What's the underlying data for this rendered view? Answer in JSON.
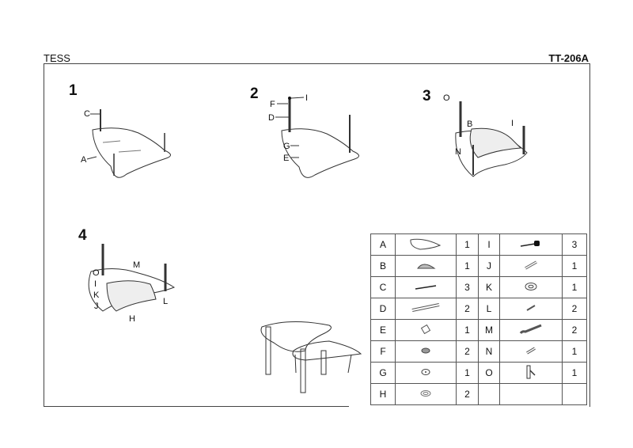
{
  "header": {
    "title": "TESS",
    "model": "TT-206A"
  },
  "steps": [
    {
      "number": "1",
      "labels": [
        "C",
        "A"
      ]
    },
    {
      "number": "2",
      "labels": [
        "F",
        "I",
        "D",
        "G",
        "E"
      ]
    },
    {
      "number": "3",
      "labels": [
        "O",
        "B",
        "I",
        "N"
      ]
    },
    {
      "number": "4",
      "labels": [
        "M",
        "O",
        "I",
        "K",
        "J",
        "L",
        "H"
      ]
    }
  ],
  "parts": [
    {
      "left": {
        "letter": "A",
        "icon": "glass-top-large-icon",
        "qty": "1"
      },
      "right": {
        "letter": "I",
        "icon": "foot-cap-icon",
        "qty": "3"
      }
    },
    {
      "left": {
        "letter": "B",
        "icon": "glass-top-small-icon",
        "qty": "1"
      },
      "right": {
        "letter": "J",
        "icon": "short-tube-icon",
        "qty": "1"
      }
    },
    {
      "left": {
        "letter": "C",
        "icon": "bolt-icon",
        "qty": "3"
      },
      "right": {
        "letter": "K",
        "icon": "washer-large-icon",
        "qty": "1"
      }
    },
    {
      "left": {
        "letter": "D",
        "icon": "leg-tube-icon",
        "qty": "2"
      },
      "right": {
        "letter": "L",
        "icon": "small-screw-icon",
        "qty": "2"
      }
    },
    {
      "left": {
        "letter": "E",
        "icon": "spacer-icon",
        "qty": "1"
      },
      "right": {
        "letter": "M",
        "icon": "curved-leg-icon",
        "qty": "2"
      }
    },
    {
      "left": {
        "letter": "F",
        "icon": "washer-icon",
        "qty": "2"
      },
      "right": {
        "letter": "N",
        "icon": "connector-tube-icon",
        "qty": "1"
      }
    },
    {
      "left": {
        "letter": "G",
        "icon": "ring-washer-icon",
        "qty": "1"
      },
      "right": {
        "letter": "O",
        "icon": "allen-key-icon",
        "qty": "1"
      }
    },
    {
      "left": {
        "letter": "H",
        "icon": "rubber-pad-icon",
        "qty": "2"
      },
      "right": {
        "letter": "",
        "icon": "",
        "qty": ""
      }
    }
  ]
}
